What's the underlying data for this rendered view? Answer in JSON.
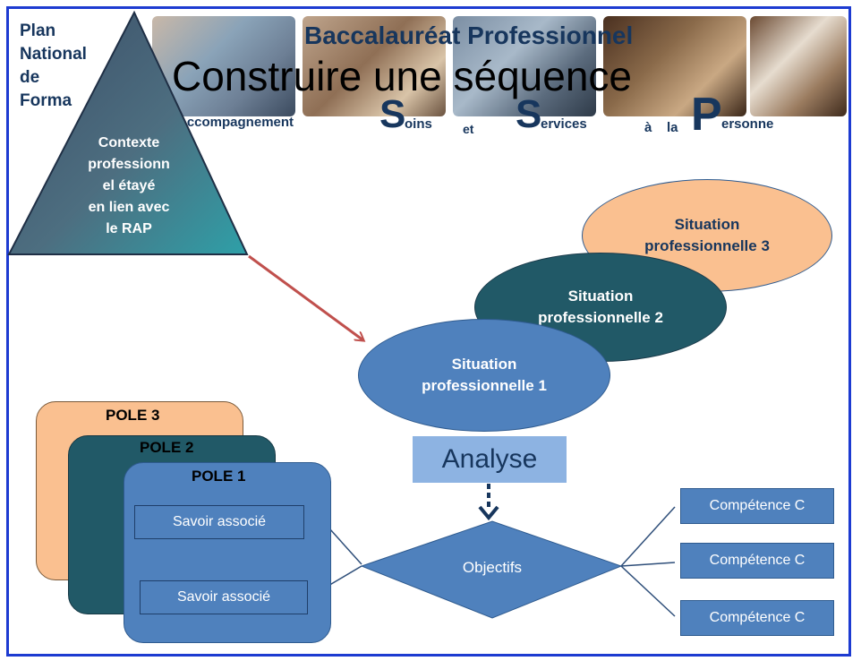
{
  "header": {
    "plan_lines": [
      "Plan",
      "National",
      "de",
      "Forma"
    ],
    "title_bac": "Baccalauréat Professionnel",
    "title_sequence": "Construire une séquence",
    "subtitle": {
      "accompagnement": "Accompagnement",
      "s1": "S",
      "soins": "oins",
      "et": "et",
      "s2": "S",
      "services": "ervices",
      "a": "à",
      "la": "la",
      "p": "P",
      "personne": "ersonne"
    }
  },
  "triangle": {
    "text": [
      "Contexte",
      "professionn",
      "el étayé",
      "en lien avec",
      "le RAP"
    ]
  },
  "situations": [
    {
      "line1": "Situation",
      "line2": "professionnelle 1"
    },
    {
      "line1": "Situation",
      "line2": "professionnelle 2"
    },
    {
      "line1": "Situation",
      "line2": "professionnelle 3"
    }
  ],
  "poles": [
    "POLE 3",
    "POLE 2",
    "POLE  1"
  ],
  "savoirs": [
    "Savoir associé",
    "Savoir associé"
  ],
  "analyse": "Analyse",
  "objectifs": "Objectifs",
  "competences": [
    "Compétence C",
    "Compétence C",
    "Compétence C"
  ],
  "colors": {
    "border": "#1d3bd1",
    "title": "#17365d",
    "pole3": "#fac090",
    "pole2": "#215967",
    "pole1": "#4f81bd",
    "situation1": "#4f81bd",
    "situation2": "#215967",
    "situation3": "#fac090",
    "analyse_bg": "#8db3e2",
    "arrow": "#c0504d"
  }
}
